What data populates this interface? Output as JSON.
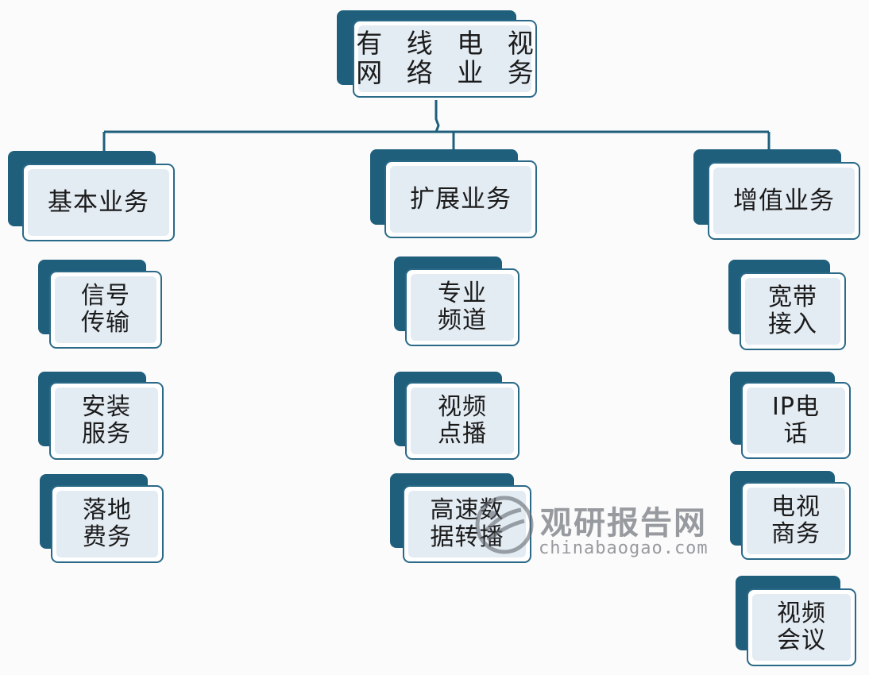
{
  "colors": {
    "accent_dark": "#1f5f7c",
    "border": "#2a6a88",
    "card_fill": "#e3ebf3",
    "connector": "#1f5f7c"
  },
  "root": {
    "line1": "有 线 电 视",
    "line2": "网 络 业 务"
  },
  "categories": [
    {
      "label": "基本业务",
      "items": [
        {
          "line1": "信号",
          "line2": "传输"
        },
        {
          "line1": "安装",
          "line2": "服务"
        },
        {
          "line1": "落地",
          "line2": "费务"
        }
      ]
    },
    {
      "label": "扩展业务",
      "items": [
        {
          "line1": "专业",
          "line2": "频道"
        },
        {
          "line1": "视频",
          "line2": "点播"
        },
        {
          "line1": "高速数",
          "line2": "据转播"
        }
      ]
    },
    {
      "label": "增值业务",
      "items": [
        {
          "line1": "宽带",
          "line2": "接入"
        },
        {
          "line1": "IP电",
          "line2": "话"
        },
        {
          "line1": "电视",
          "line2": "商务"
        },
        {
          "line1": "视频",
          "line2": "会议"
        }
      ]
    }
  ],
  "watermark": {
    "cn": "观研报告网",
    "en": "chinabaogao.com"
  }
}
